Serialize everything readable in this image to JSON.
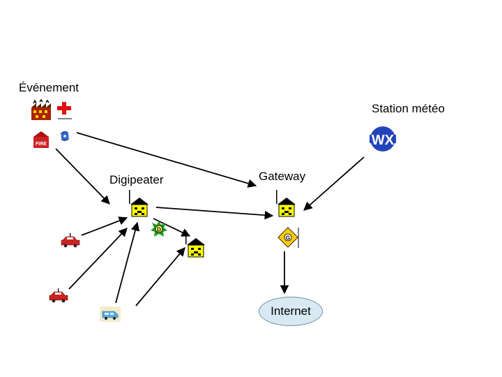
{
  "labels": {
    "event": "Événement",
    "weather_station": "Station météo",
    "digipeater": "Digipeater",
    "gateway": "Gateway",
    "internet": "Internet"
  },
  "icons": {
    "fire_sign": "FIRE",
    "weather_badge": "WX",
    "digipeater_badge": "D",
    "gateway_badge": "G"
  },
  "colors": {
    "house_fill": "#ffff00",
    "car_fill": "#cc2222",
    "red_cross": "#dd1111",
    "wx_blue": "#2244bb",
    "digi_green": "#229922",
    "internet_fill": "#d8e9f4",
    "arrow": "#000000"
  }
}
